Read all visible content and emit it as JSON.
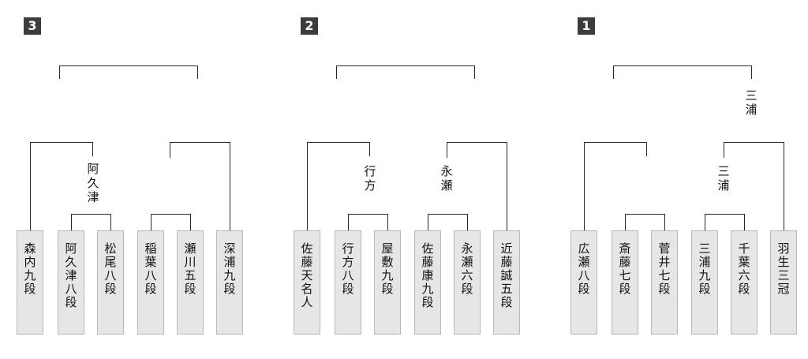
{
  "blocks": [
    {
      "number": "3",
      "players": [
        "森内九段",
        "阿久津八段",
        "松尾八段",
        "稲葉八段",
        "瀬川五段",
        "深浦九段"
      ],
      "round1_winners": [
        "阿久津",
        ""
      ],
      "final_winner": ""
    },
    {
      "number": "2",
      "players": [
        "佐藤天名人",
        "行方八段",
        "屋敷九段",
        "佐藤康九段",
        "永瀬六段",
        "近藤誠五段"
      ],
      "round1_winners": [
        "行方",
        "永瀬"
      ],
      "final_winner": ""
    },
    {
      "number": "1",
      "players": [
        "広瀬八段",
        "斎藤七段",
        "菅井七段",
        "三浦九段",
        "千葉六段",
        "羽生三冠"
      ],
      "round1_winners": [
        "",
        "三浦"
      ],
      "final_winner": "三浦"
    }
  ]
}
